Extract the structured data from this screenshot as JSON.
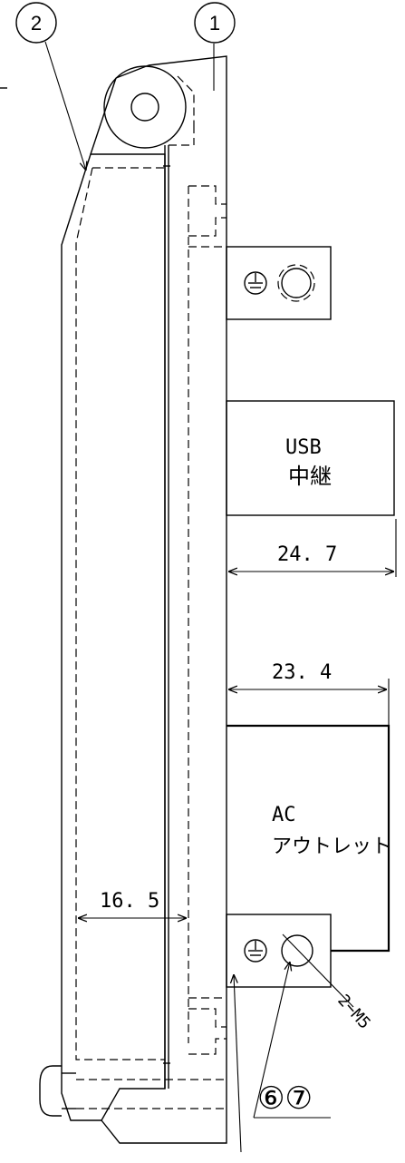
{
  "callouts": {
    "part_1": "1",
    "part_2": "2",
    "parts_6_7": "⑥⑦",
    "screw_spec": "2−M5"
  },
  "components": {
    "usb_line1": "USB",
    "usb_line2": "中継",
    "ac_line1": "AC",
    "ac_line2": "アウトレット"
  },
  "dimensions": {
    "usb_width": "24. 7",
    "ac_width": "23. 4",
    "inner_width": "16. 5"
  },
  "icons": {
    "ground": "ground-symbol-icon"
  }
}
